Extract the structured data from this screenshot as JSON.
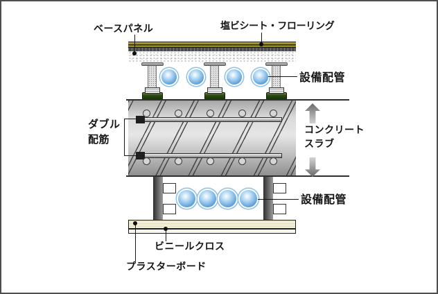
{
  "diagram": {
    "title_none_shown": "",
    "labels": {
      "base_panel": "ベースパネル",
      "pvc_sheet_flooring": "塩ビシート・フローリング",
      "piping_upper": "設備配管",
      "double_rebar": "ダブル\n配筋",
      "concrete_slab": "コンクリート\nスラブ",
      "piping_lower": "設備配管",
      "vinyl_cloth": "ビニールクロス",
      "plaster_board": "プラスターボード"
    },
    "structure": {
      "upper_pipes_count": 4,
      "lower_pipes_count": 4,
      "pedestal_count": 3,
      "rebar_rows": 2
    },
    "colors": {
      "frame_border": "#4d4d4d",
      "flooring_olive": "#9c8e1f",
      "pipe_blue": "#4a90d9",
      "pipe_ring": "#8cc0e8",
      "foot_green": "#2c4c13",
      "slab_gray": "#c0c0c0",
      "plasterboard_cream": "#ebe6c3",
      "vinyl_white": "#f7f7ef",
      "line_black": "#161616",
      "arrow_gray": "#8a8a8a"
    }
  }
}
